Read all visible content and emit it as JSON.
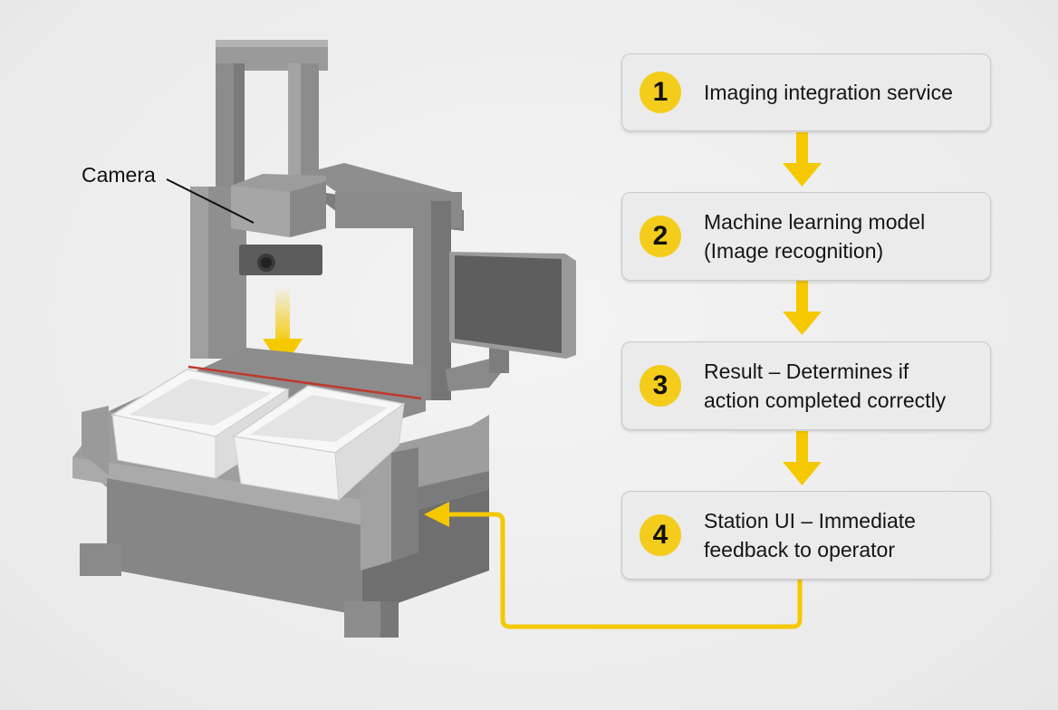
{
  "callouts": {
    "camera": "Camera"
  },
  "steps": [
    {
      "number": "1",
      "text": "Imaging integration service"
    },
    {
      "number": "2",
      "text": "Machine learning model\n(Image recognition)"
    },
    {
      "number": "3",
      "text": "Result – Determines if\naction completed correctly"
    },
    {
      "number": "4",
      "text": "Station UI – Immediate\nfeedback to operator"
    }
  ],
  "colors": {
    "accent": "#f5c800",
    "machine": "#8a8a8a",
    "laser": "#c0392b"
  }
}
